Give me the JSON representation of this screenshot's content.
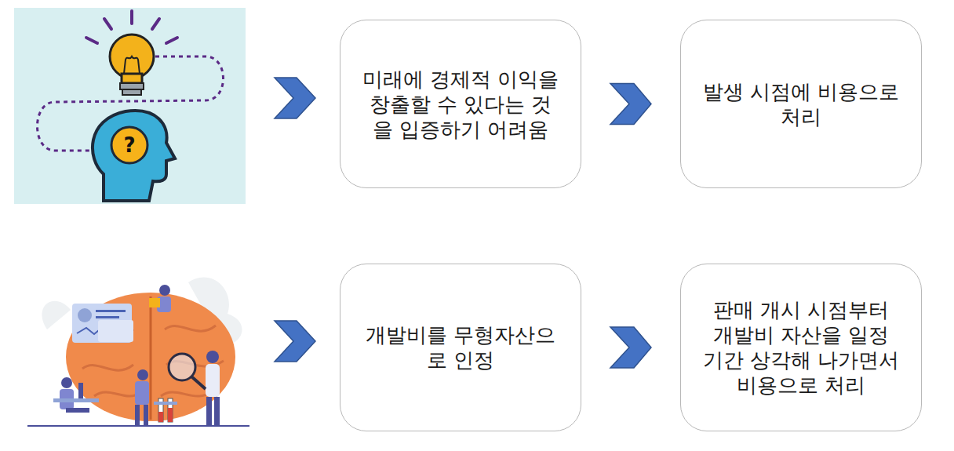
{
  "diagram": {
    "nodes": [
      {
        "text": [
          "미래에 경제적 이익을 창출할 수 있다는 것 을 입증하기 어려움"
        ]
      },
      {
        "text": [
          "발생 시점에 비용으로 처리"
        ]
      },
      {
        "text": [
          "개발비를 무형자산으 로 인정"
        ]
      },
      {
        "text": [
          "판매 개시 시점부터 개발비 자산을 일정 기간 상각해 나가면서 비용으로 처리"
        ]
      }
    ],
    "edges": [
      {
        "from": 0,
        "to": 1,
        "arrow": "to"
      },
      {
        "from": 2,
        "to": 3,
        "arrow": "to"
      }
    ],
    "labels": [
      "?"
    ]
  }
}
